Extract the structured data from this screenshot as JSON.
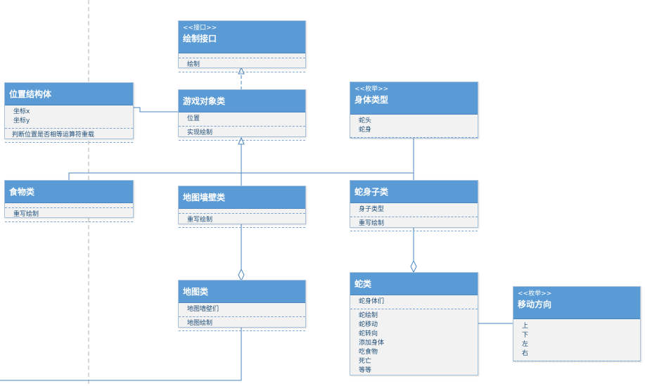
{
  "classes": {
    "draw_iface": {
      "stereotype": "<<接口>>",
      "name": "绘制接口",
      "attributes": [],
      "methods": [
        "绘制"
      ]
    },
    "game_object": {
      "stereotype": "",
      "name": "游戏对象类",
      "attributes": [
        "位置"
      ],
      "methods": [
        "实现绘制"
      ]
    },
    "position": {
      "stereotype": "",
      "name": "位置结构体",
      "attributes": [
        "坐标x",
        "坐标y"
      ],
      "methods": [
        "判断位置是否相等运算符重载"
      ]
    },
    "body_type": {
      "stereotype": "<<枚举>>",
      "name": "身体类型",
      "attributes": [
        "蛇头",
        "蛇身"
      ],
      "methods": []
    },
    "food": {
      "stereotype": "",
      "name": "食物类",
      "attributes": [],
      "methods": [
        "重写绘制"
      ]
    },
    "wall": {
      "stereotype": "",
      "name": "地图墙壁类",
      "attributes": [],
      "methods": [
        "重写绘制"
      ]
    },
    "snake_body": {
      "stereotype": "",
      "name": "蛇身子类",
      "attributes": [
        "身子类型"
      ],
      "methods": [
        "重写绘制"
      ]
    },
    "map": {
      "stereotype": "",
      "name": "地图类",
      "attributes": [
        "地图墙壁们"
      ],
      "methods": [
        "地图绘制"
      ]
    },
    "snake": {
      "stereotype": "",
      "name": "蛇类",
      "attributes": [
        "蛇身体们"
      ],
      "methods": [
        "蛇绘制",
        "蛇移动",
        "蛇转向",
        "添加身体",
        "吃食物",
        "死亡",
        "等等"
      ]
    },
    "direction": {
      "stereotype": "<<枚举>>",
      "name": "移动方向",
      "attributes": [
        "上",
        "下",
        "左",
        "右"
      ],
      "methods": []
    }
  },
  "colors": {
    "header": "#5b9bd5",
    "body": "#f2f2f2",
    "line": "#4a86bf",
    "text": "#1f4e79"
  }
}
